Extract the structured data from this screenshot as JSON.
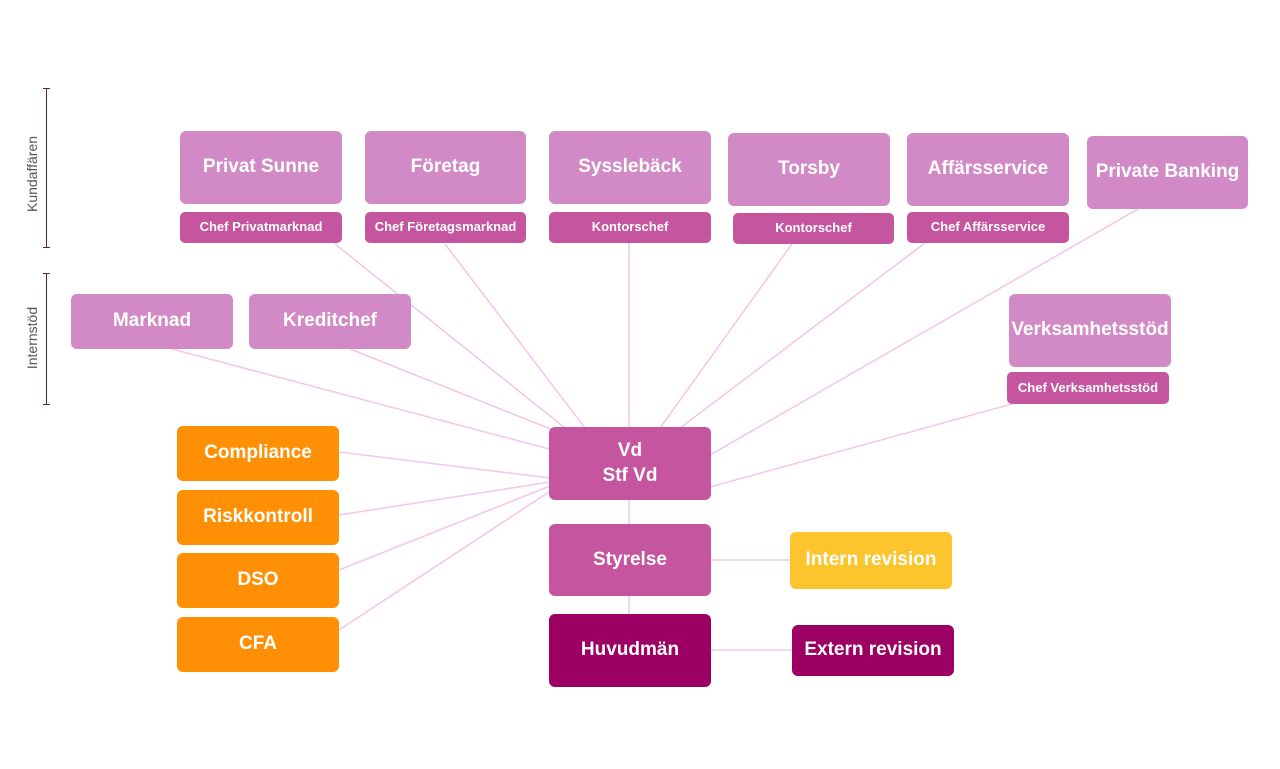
{
  "sections": {
    "customer": "Kundaffären",
    "internal": "Internstöd"
  },
  "units": {
    "privat_sunne": "Privat Sunne",
    "foretag": "Företag",
    "syssleback": "Sysslebäck",
    "torsby": "Torsby",
    "affarsservice": "Affärsservice",
    "private_banking": "Private Banking",
    "marknad": "Marknad",
    "kreditchef": "Kreditchef",
    "verksamhetsstod": "Verksamhetsstöd"
  },
  "roles": {
    "chef_privatmarknad": "Chef Privatmarknad",
    "chef_foretagsmarknad": "Chef Företagsmarknad",
    "kontorschef_1": "Kontorschef",
    "kontorschef_2": "Kontorschef",
    "chef_affarsservice": "Chef Affärsservice",
    "chef_verksamhetsstod": "Chef Verksamhetsstöd"
  },
  "ceo": {
    "line1": "Vd",
    "line2": "Stf Vd"
  },
  "control": {
    "compliance": "Compliance",
    "riskkontroll": "Riskkontroll",
    "dso": "DSO",
    "cfa": "CFA"
  },
  "governance": {
    "styrelse": "Styrelse",
    "huvudman": "Huvudmän",
    "intern_revision": "Intern revision",
    "extern_revision": "Extern revision"
  },
  "colors": {
    "light_purple": "#d28ac6",
    "medium_purple": "#c4559e",
    "dark_purple": "#9b0062",
    "orange": "#ff8f05",
    "yellow": "#fcc52e",
    "connector": "#f3c8e8"
  }
}
